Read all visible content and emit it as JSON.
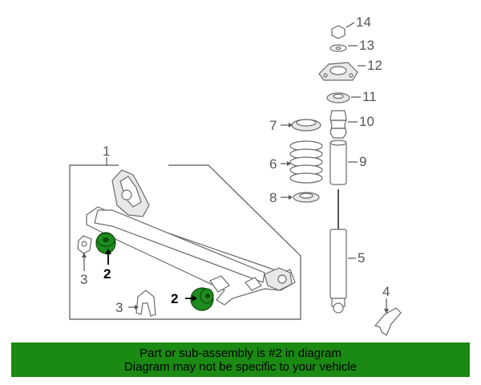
{
  "callouts": {
    "c1": "1",
    "c2a": "2",
    "c2b": "2",
    "c3a": "3",
    "c3b": "3",
    "c4": "4",
    "c5": "5",
    "c6": "6",
    "c7": "7",
    "c8": "8",
    "c9": "9",
    "c10": "10",
    "c11": "11",
    "c12": "12",
    "c13": "13",
    "c14": "14"
  },
  "banner": {
    "line1": "Part or sub-assembly is #2 in diagram",
    "line2": "Diagram may not be specific to your vehicle"
  },
  "colors": {
    "highlight": "#1e8c1e",
    "banner_bg": "#1a8a12"
  }
}
